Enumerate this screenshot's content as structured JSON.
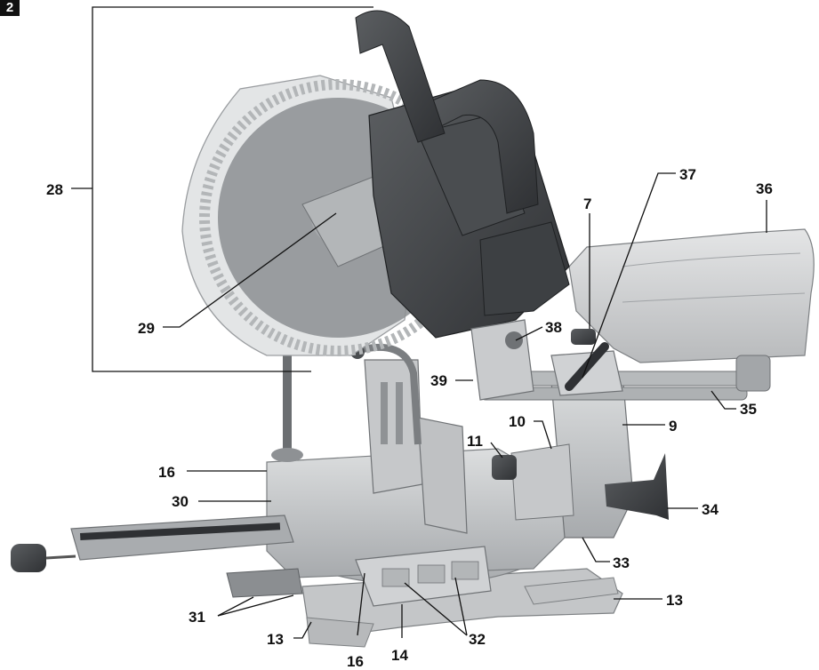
{
  "figure_tag": "2",
  "callouts": {
    "c28": "28",
    "c29": "29",
    "c7": "7",
    "c37": "37",
    "c36": "36",
    "c38": "38",
    "c39": "39",
    "c35": "35",
    "c10": "10",
    "c11": "11",
    "c9": "9",
    "c16a": "16",
    "c30": "30",
    "c34": "34",
    "c33": "33",
    "c13a": "13",
    "c31": "31",
    "c13b": "13",
    "c32": "32",
    "c16b": "16",
    "c14": "14"
  },
  "colors": {
    "body_light": "#cfd1d3",
    "body_mid": "#a9acaf",
    "body_dark": "#6f7275",
    "grip_dark": "#3f4245",
    "blade": "#8c8f92",
    "guard": "#d9dbdd",
    "ink": "#111111"
  }
}
